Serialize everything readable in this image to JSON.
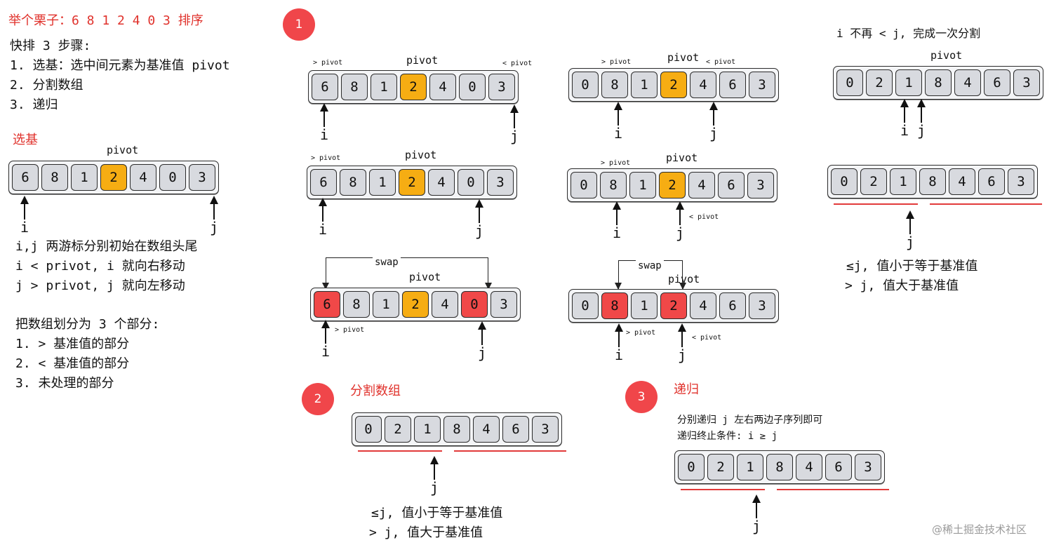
{
  "intro": {
    "example": "举个栗子：6 8 1 2 4 0 3 排序",
    "steps": [
      "快排 3 步骤:",
      "1. 选基：选中间元素为基准值 pivot",
      "2. 分割数组",
      "3. 递归"
    ],
    "select_title": "选基",
    "notes": [
      "i,j 两游标分别初始在数组头尾",
      "i < privot, i 就向右移动",
      "j > privot, j 就向左移动"
    ],
    "parts": [
      "把数组划分为 3 个部分:",
      "1. > 基准值的部分",
      "2. < 基准值的部分",
      "3. 未处理的部分"
    ]
  },
  "labels": {
    "pivot": "pivot",
    "gt_pivot": "> pivot",
    "lt_pivot": "< pivot",
    "swap": "swap",
    "i": "i",
    "j": "j"
  },
  "arrays": {
    "original": [
      "6",
      "8",
      "1",
      "2",
      "4",
      "0",
      "3"
    ],
    "after_swap": [
      "0",
      "8",
      "1",
      "2",
      "4",
      "6",
      "3"
    ],
    "final": [
      "0",
      "2",
      "1",
      "8",
      "4",
      "6",
      "3"
    ]
  },
  "steps": {
    "step1": "1",
    "step2": "2",
    "step3": "3",
    "step2_title": "分割数组",
    "step3_title": "递归",
    "step3_desc": [
      "分别递归 j 左右两边子序列即可",
      "递归终止条件: i ≥ j"
    ],
    "done_note": "i 不再 < j, 完成一次分割",
    "le_j": "≤j, 值小于等于基准值",
    "gt_j": "> j, 值大于基准值"
  },
  "watermark": "@稀土掘金技术社区",
  "colors": {
    "pivot": "#f6ad13",
    "swap": "#f04848",
    "accent": "#e0322c",
    "cell": "#d8dadf"
  }
}
